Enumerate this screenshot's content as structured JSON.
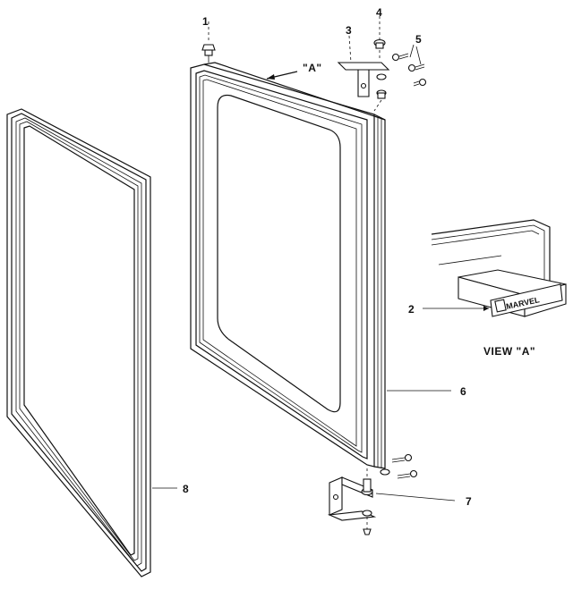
{
  "diagram": {
    "callouts": {
      "c1": "1",
      "c2": "2",
      "c3": "3",
      "c4": "4",
      "c5": "5",
      "c6": "6",
      "c7": "7",
      "c8": "8"
    },
    "view_ref": "\"A\"",
    "view_caption": "VIEW  \"A\"",
    "badge_text": "MARVEL"
  }
}
